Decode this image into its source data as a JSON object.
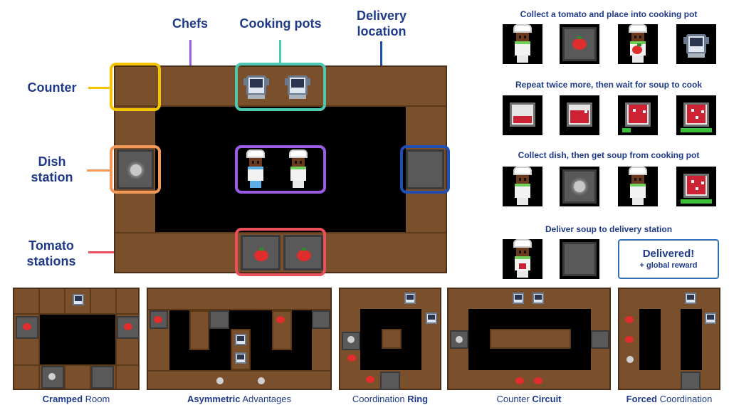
{
  "labels": {
    "chefs": "Chefs",
    "cooking_pots": "Cooking pots",
    "delivery_line1": "Delivery",
    "delivery_line2": "location",
    "counter": "Counter",
    "dish_line1": "Dish",
    "dish_line2": "station",
    "tomato_line1": "Tomato",
    "tomato_line2": "stations"
  },
  "steps": [
    {
      "title": "Collect a tomato and place into cooking pot"
    },
    {
      "title": "Repeat twice more, then wait for soup to cook"
    },
    {
      "title": "Collect dish, then get soup from cooking pot"
    },
    {
      "title": "Deliver soup to delivery station"
    }
  ],
  "delivered": {
    "title": "Delivered!",
    "subtitle": "+ global reward"
  },
  "layouts": [
    {
      "bold": "Cramped",
      "rest": " Room",
      "bold_first": true
    },
    {
      "bold": "Asymmetric",
      "rest": " Advantages",
      "bold_first": true
    },
    {
      "bold": "Ring",
      "rest": "Coordination ",
      "bold_first": false
    },
    {
      "bold": "Circuit",
      "rest": "Counter ",
      "bold_first": false
    },
    {
      "bold": "Forced",
      "rest": " Coordination",
      "bold_first": true
    }
  ],
  "colors": {
    "counter_highlight": "#f2c500",
    "dish_highlight": "#f39a5a",
    "tomato_highlight": "#e8505b",
    "chef_highlight": "#9b5de5",
    "pot_highlight": "#4cc9b0",
    "delivery_highlight": "#1f4fb5",
    "label_text": "#1f3a8a"
  }
}
